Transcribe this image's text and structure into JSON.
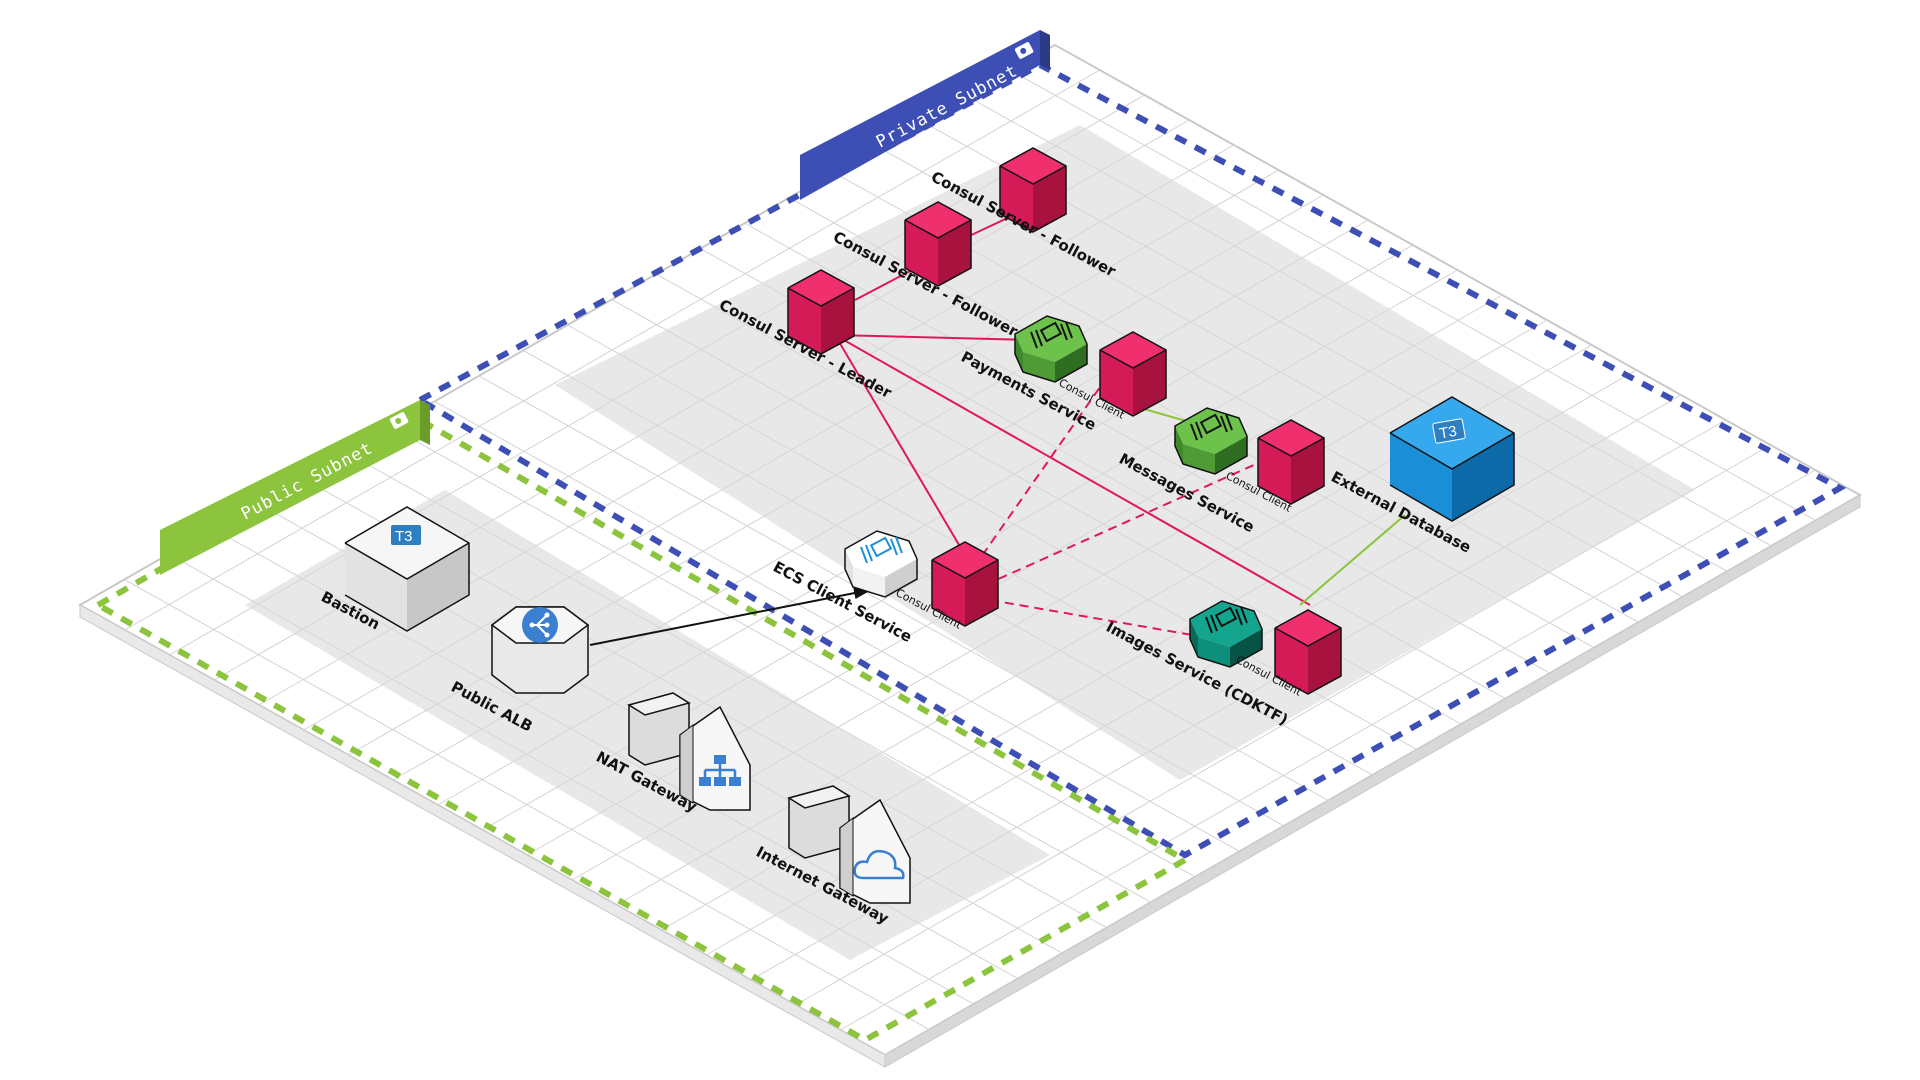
{
  "subnets": {
    "public": {
      "label": "Public Subnet",
      "color": "#8cc43e"
    },
    "private": {
      "label": "Private Subnet",
      "color": "#3d4fb5"
    }
  },
  "nodes": {
    "consul_leader": "Consul Server - Leader",
    "consul_follower_1": "Consul Server - Follower",
    "consul_follower_2": "Consul Server - Follower",
    "payments": "Payments Service",
    "messages": "Messages Service",
    "images": "Images Service (CDKTF)",
    "ecs_client": "ECS Client Service",
    "external_db": "External Database",
    "bastion": "Bastion",
    "public_alb": "Public ALB",
    "nat_gateway": "NAT Gateway",
    "internet_gateway": "Internet Gateway"
  },
  "consul_client_label": "Consul Client",
  "instance_type_badge": "T3",
  "icons": {
    "consul": "consul-cube-icon",
    "container": "ecs-container-icon",
    "instance": "ec2-instance-icon",
    "alb": "load-balancer-icon",
    "nat": "nat-network-icon",
    "igw": "cloud-icon"
  },
  "colors": {
    "consul": "#e0185a",
    "service_green": "#5aa83e",
    "service_teal": "#0e8f7c",
    "database": "#1a8fd8",
    "link_consul": "#e0185a",
    "link_db": "#8cc43e"
  },
  "links": [
    {
      "from": "consul_leader",
      "to": "consul_follower_1",
      "style": "solid"
    },
    {
      "from": "consul_follower_1",
      "to": "consul_follower_2",
      "style": "solid"
    },
    {
      "from": "consul_leader",
      "to": "payments",
      "style": "solid"
    },
    {
      "from": "consul_leader",
      "to": "images",
      "style": "solid"
    },
    {
      "from": "consul_leader",
      "to": "ecs_client",
      "style": "solid"
    },
    {
      "from": "ecs_client",
      "to": "payments",
      "style": "dashed"
    },
    {
      "from": "ecs_client",
      "to": "messages",
      "style": "dashed"
    },
    {
      "from": "ecs_client",
      "to": "images",
      "style": "dashed"
    },
    {
      "from": "payments",
      "to": "messages",
      "style": "solid"
    },
    {
      "from": "images",
      "to": "external_db",
      "style": "solid"
    },
    {
      "from": "public_alb",
      "to": "ecs_client",
      "style": "arrow"
    }
  ]
}
